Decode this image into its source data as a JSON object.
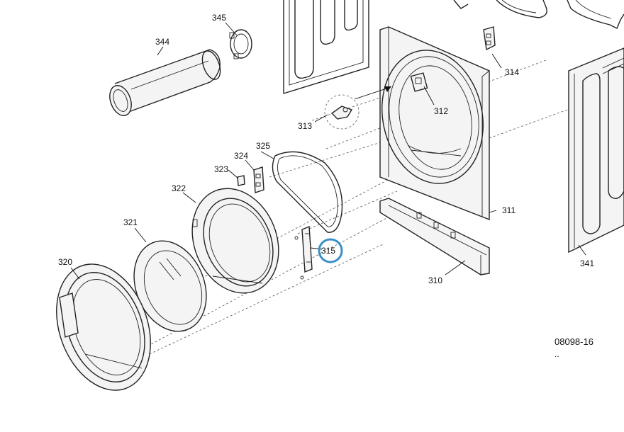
{
  "diagram": {
    "drawing_code": "08098-16",
    "drawing_code_suffix": "..",
    "highlight_color": "#3a8fc9",
    "highlighted_part": "315",
    "callouts": {
      "c310": "310",
      "c311": "311",
      "c312": "312",
      "c313": "313",
      "c314": "314",
      "c315": "315",
      "c320": "320",
      "c321": "321",
      "c322": "322",
      "c323": "323",
      "c324": "324",
      "c325": "325",
      "c341": "341",
      "c344": "344",
      "c345": "345"
    }
  }
}
